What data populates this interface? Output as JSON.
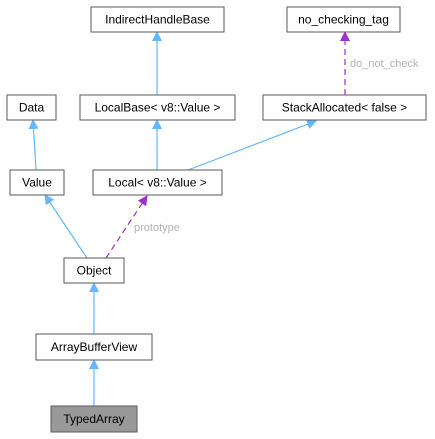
{
  "colors": {
    "inherit_edge": "#63b8ff",
    "usage_edge": "#9a32cd",
    "node_fill": "#ffffff",
    "highlight_fill": "#999999",
    "node_stroke": "#5a5a5a"
  },
  "nodes": {
    "indirect_handle_base": "IndirectHandleBase",
    "no_checking_tag": "no_checking_tag",
    "data": "Data",
    "local_base": "LocalBase< v8::Value >",
    "stack_allocated": "StackAllocated< false >",
    "value": "Value",
    "local": "Local< v8::Value >",
    "object": "Object",
    "array_buffer_view": "ArrayBufferView",
    "typed_array": "TypedArray"
  },
  "edge_labels": {
    "do_not_check": "do_not_check",
    "prototype": "prototype"
  }
}
